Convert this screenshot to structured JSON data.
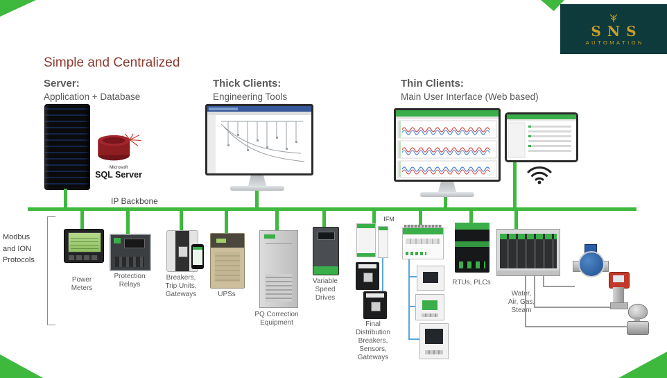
{
  "page": {
    "title": "Simple and Centralized"
  },
  "logo": {
    "name": "SNS",
    "subtitle": "AUTOMATION"
  },
  "columns": {
    "server": {
      "heading": "Server:",
      "subheading": "Application + Database"
    },
    "thick_clients": {
      "heading": "Thick Clients:",
      "subheading": "Engineering Tools"
    },
    "thin_clients": {
      "heading": "Thin Clients:",
      "subheading": "Main User Interface (Web based)"
    }
  },
  "network": {
    "backbone_label": "IP Backbone",
    "protocols_label": "Modbus and ION Protocols",
    "ifm_label": "IFM"
  },
  "server_stack": {
    "sql_brand": "Microsoft",
    "sql_product": "SQL Server"
  },
  "device_labels": {
    "power_meters": "Power Meters",
    "protection_relays": "Protection Relays",
    "breakers": "Breakers, Trip Units, Gateways",
    "ups": "UPSs",
    "pq": "PQ Correction Equipment",
    "vsd": "Variable Speed Drives",
    "final_distribution": "Final Distribution Breakers, Sensors, Gateways",
    "rtus_plcs": "RTUs, PLCs",
    "utilities": "Water, Air, Gas, Steam"
  },
  "colors": {
    "accent_green": "#3eb93e",
    "title_color": "#8b3a2e",
    "logo_background": "#0f3a3c",
    "logo_gold": "#c8a028",
    "blue_wire": "#5aa7d8"
  }
}
